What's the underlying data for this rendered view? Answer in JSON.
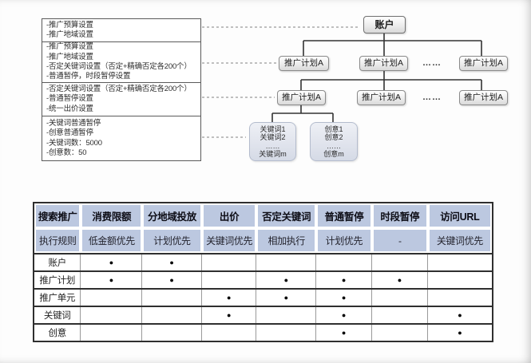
{
  "diagram": {
    "settings_box": {
      "sections": [
        {
          "lines": [
            "-推广预算设置",
            "-推广地域设置"
          ]
        },
        {
          "lines": [
            "-推广预算设置",
            "-推广地域设置",
            "-否定关键词设置（否定+精确否定各200个）",
            "-普通暂停，时段暂停设置"
          ]
        },
        {
          "lines": [
            "-否定关键词设置（否定+精确否定各200个）",
            "-普通暂停设置",
            "-统一出价设置"
          ]
        },
        {
          "lines": [
            "-关键词普通暂停",
            "-创意普通暂停",
            "-关键词数：5000",
            "-创意数：50"
          ]
        }
      ]
    },
    "tree": {
      "root": "账户",
      "level2": [
        "推广计划A",
        "推广计划A",
        "……",
        "推广计划A"
      ],
      "level3": [
        "推广计划A",
        "推广计划A",
        "……",
        "推广计划A"
      ],
      "keyword_box_lines": [
        "关键词1",
        "关键词2",
        "……",
        "关键词m"
      ],
      "creative_box_lines": [
        "创意1",
        "创意2",
        "……",
        "创意m"
      ]
    }
  },
  "table": {
    "headers": [
      "搜索推广",
      "消费限额",
      "分地域投放",
      "出价",
      "否定关键词",
      "普通暂停",
      "时段暂停",
      "访问URL"
    ],
    "rule_row": {
      "label": "执行规则",
      "values": [
        "低金额优先",
        "计划优先",
        "关键词优先",
        "相加执行",
        "计划优先",
        "-",
        "关键词优先"
      ]
    },
    "rows": [
      {
        "label": "账户",
        "dots": [
          true,
          true,
          false,
          false,
          false,
          false,
          false
        ]
      },
      {
        "label": "推广计划",
        "dots": [
          true,
          true,
          false,
          true,
          true,
          true,
          false
        ]
      },
      {
        "label": "推广单元",
        "dots": [
          false,
          false,
          true,
          true,
          true,
          false,
          false
        ]
      },
      {
        "label": "关键词",
        "dots": [
          false,
          false,
          true,
          false,
          true,
          false,
          true
        ]
      },
      {
        "label": "创意",
        "dots": [
          false,
          false,
          false,
          false,
          true,
          false,
          true
        ]
      }
    ],
    "dot_char": "●"
  },
  "colors": {
    "header_bg": "#bcc8e0",
    "table_border": "#2f2f2f",
    "tree_line": "#333333",
    "dashed_link": "#9a9a9a"
  }
}
